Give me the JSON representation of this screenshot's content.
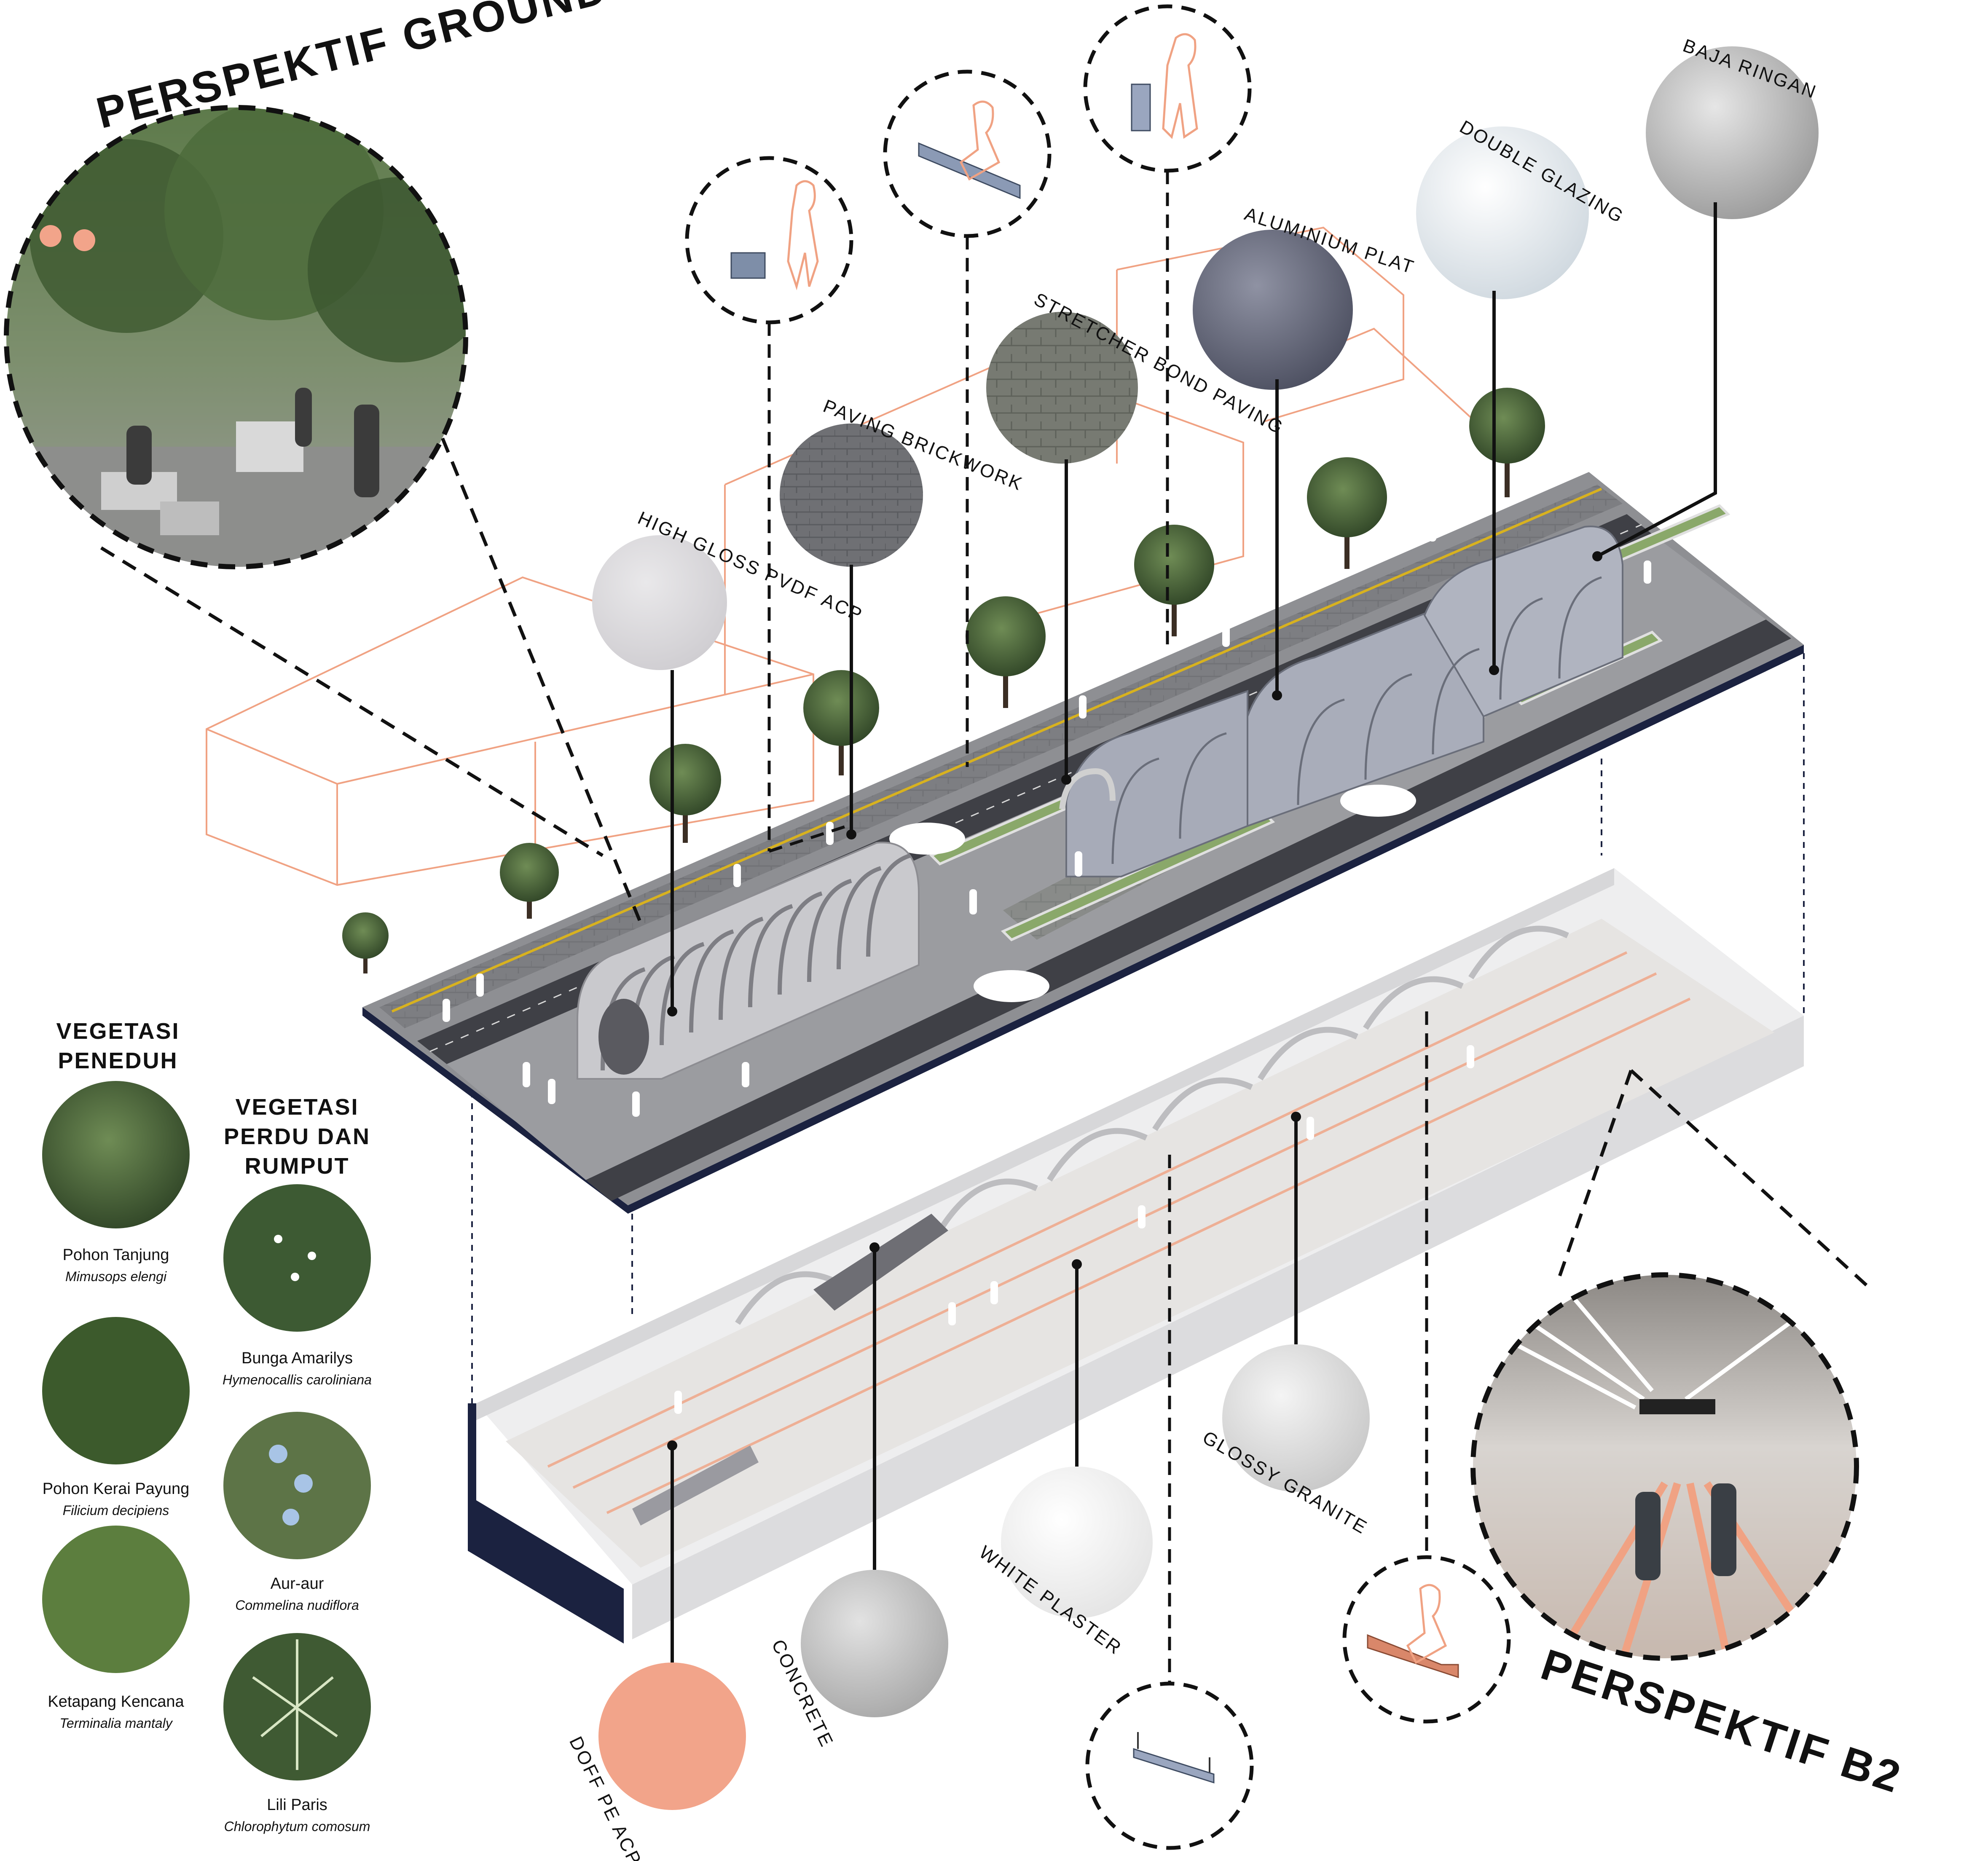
{
  "titles": {
    "ground": "PERSPEKTIF GROUND",
    "b2": "PERSPEKTIF B2"
  },
  "materials": {
    "baja_ringan": "BAJA RINGAN",
    "double_glazing": "DOUBLE GLAZING",
    "aluminium_plat": "ALUMINIUM PLAT",
    "stretcher_bond": "STRETCHER BOND PAVING",
    "paving_brickwork": "PAVING BRICKWORK",
    "high_gloss": "HIGH GLOSS PVDF ACP",
    "doff_pe": "DOFF PE ACP",
    "concrete": "CONCRETE",
    "white_plaster": "WHITE PLASTER",
    "glossy_granite": "GLOSSY GRANITE"
  },
  "vegetation": {
    "peneduh": {
      "heading": [
        "VEGETASI",
        "PENEDUH"
      ],
      "items": [
        {
          "name": "Pohon Tanjung",
          "latin": "Mimusops elengi"
        },
        {
          "name": "Pohon Kerai Payung",
          "latin": "Filicium decipiens"
        },
        {
          "name": "Ketapang Kencana",
          "latin": "Terminalia mantaly"
        }
      ]
    },
    "perdu": {
      "heading": [
        "VEGETASI",
        "PERDU DAN",
        "RUMPUT"
      ],
      "items": [
        {
          "name": "Bunga Amarilys",
          "latin": "Hymenocallis caroliniana"
        },
        {
          "name": "Aur-aur",
          "latin": "Commelina nudiflora"
        },
        {
          "name": "Lili Paris",
          "latin": "Chlorophytum comosum"
        }
      ]
    }
  },
  "colors": {
    "accent_orange": "#f2a48a",
    "outline_orange": "#f0a283",
    "navy": "#1b2240",
    "paving": "#8e8f93",
    "road": "#3f4046",
    "tree_green": "#4f6b3e",
    "grass": "#8aa86a"
  },
  "icons": [
    "bench-person-icon",
    "drinking-fountain-icon",
    "sitting-bench-icon",
    "ceiling-light-icon",
    "orange-bench-icon"
  ]
}
